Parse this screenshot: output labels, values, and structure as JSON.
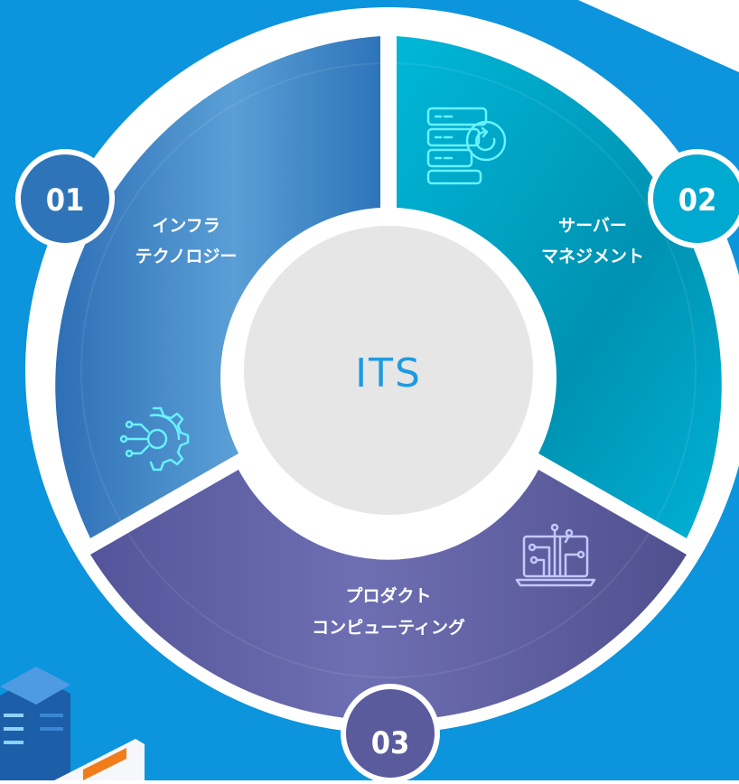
{
  "center": {
    "title": "ITS"
  },
  "segments": [
    {
      "number": "01",
      "line1": "インフラ",
      "line2": "テクノロジー",
      "icon": "gear-circuit-icon",
      "color": "#2f7fc1"
    },
    {
      "number": "02",
      "line1": "サーバー",
      "line2": "マネジメント",
      "icon": "server-refresh-icon",
      "color": "#00a9cf"
    },
    {
      "number": "03",
      "line1": "プロダクト",
      "line2": "コンピューティング",
      "icon": "laptop-circuit-icon",
      "color": "#5e5f9f"
    }
  ],
  "colors": {
    "background": "#0c94dc",
    "center_fill": "#e6e6e6",
    "center_text": "#1f9be0",
    "icon_cyan": "#67f2ff",
    "icon_lilac": "#c3c8ff"
  }
}
